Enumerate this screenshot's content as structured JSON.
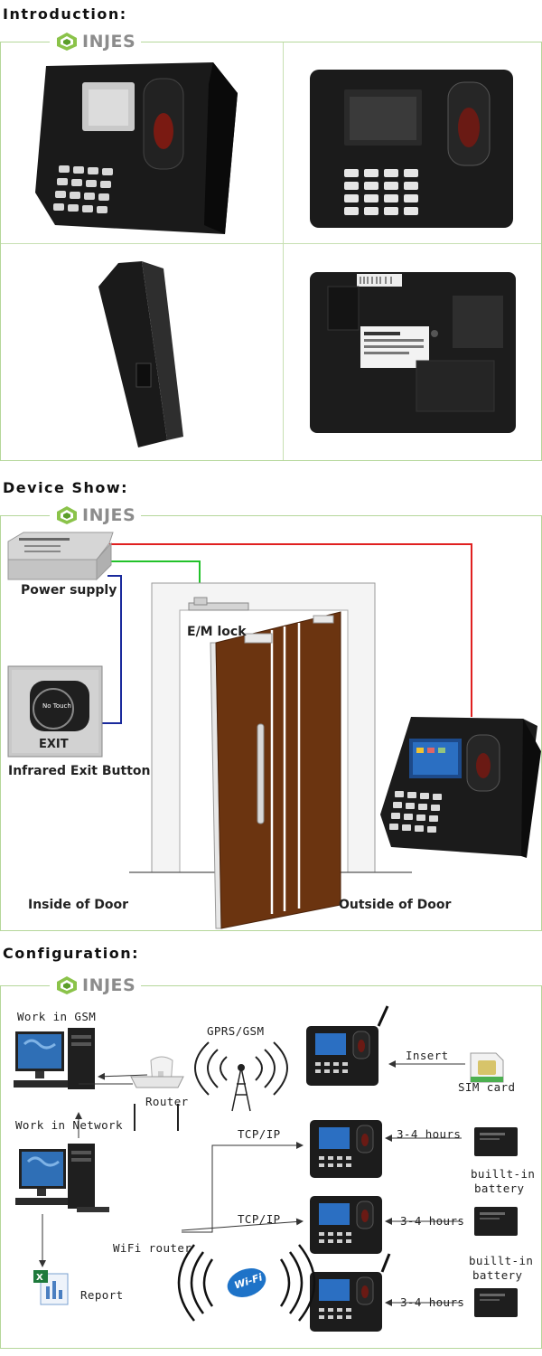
{
  "brand": {
    "name": "INJES"
  },
  "introduction": {
    "title": "Introduction:"
  },
  "device_show": {
    "title": "Device Show:",
    "power_supply": "Power supply",
    "em_lock": "E/M lock",
    "exit_button_face": "No Touch",
    "exit_plate": "EXIT",
    "exit_button": "Infrared Exit Button",
    "inside": "Inside of Door",
    "outside": "Outside of Door"
  },
  "configuration": {
    "title": "Configuration:",
    "work_gsm": "Work in GSM",
    "gprs": "GPRS/GSM",
    "insert": "Insert",
    "sim": "SIM card",
    "router": "Router",
    "work_network": "Work in Network",
    "tcpip": "TCP/IP",
    "hours": "3-4 hours",
    "battery_line1": "buillt-in",
    "battery_line2": "battery",
    "wifi_router": "WiFi router",
    "wifi_badge": "Wi-Fi",
    "report": "Report"
  },
  "colors": {
    "panel_border": "#b5d79a",
    "wire_red": "#e02020",
    "wire_green": "#22c22a",
    "wire_blue": "#1a2a9c",
    "door": "#6b3410"
  }
}
